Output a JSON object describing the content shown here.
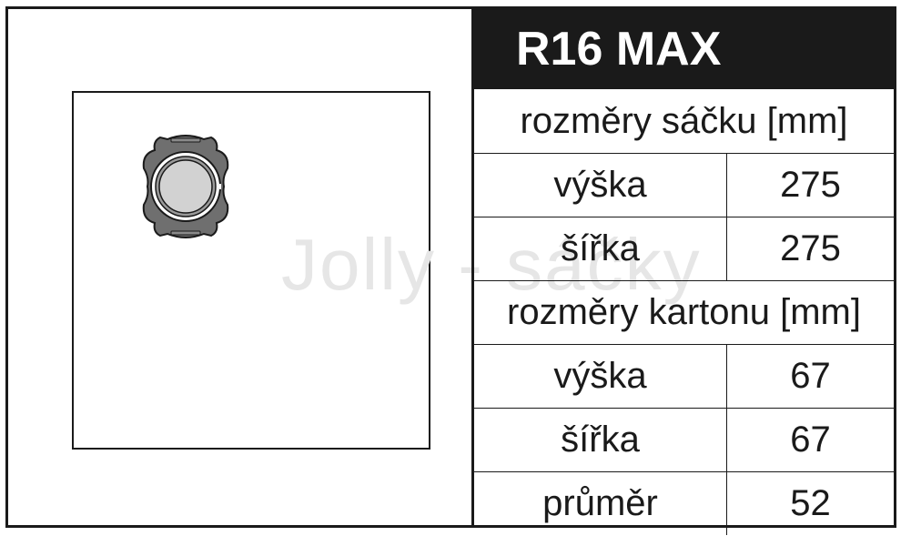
{
  "product": {
    "title": "R16 MAX"
  },
  "watermark": "Jolly - sáčky",
  "bag_dimensions": {
    "header": "rozměry sáčku [mm]",
    "rows": [
      {
        "label": "výška",
        "value": "275"
      },
      {
        "label": "šířka",
        "value": "275"
      }
    ]
  },
  "cardboard_dimensions": {
    "header": "rozměry kartonu [mm]",
    "rows": [
      {
        "label": "výška",
        "value": "67"
      },
      {
        "label": "šířka",
        "value": "67"
      },
      {
        "label": "průměr",
        "value": "52"
      }
    ]
  },
  "colors": {
    "border": "#1a1a1a",
    "title_bg": "#1a1a1a",
    "title_text": "#ffffff",
    "collar_fill": "#6f6f6f",
    "collar_inner": "#d2d2d2",
    "watermark": "#e6e6e6"
  }
}
